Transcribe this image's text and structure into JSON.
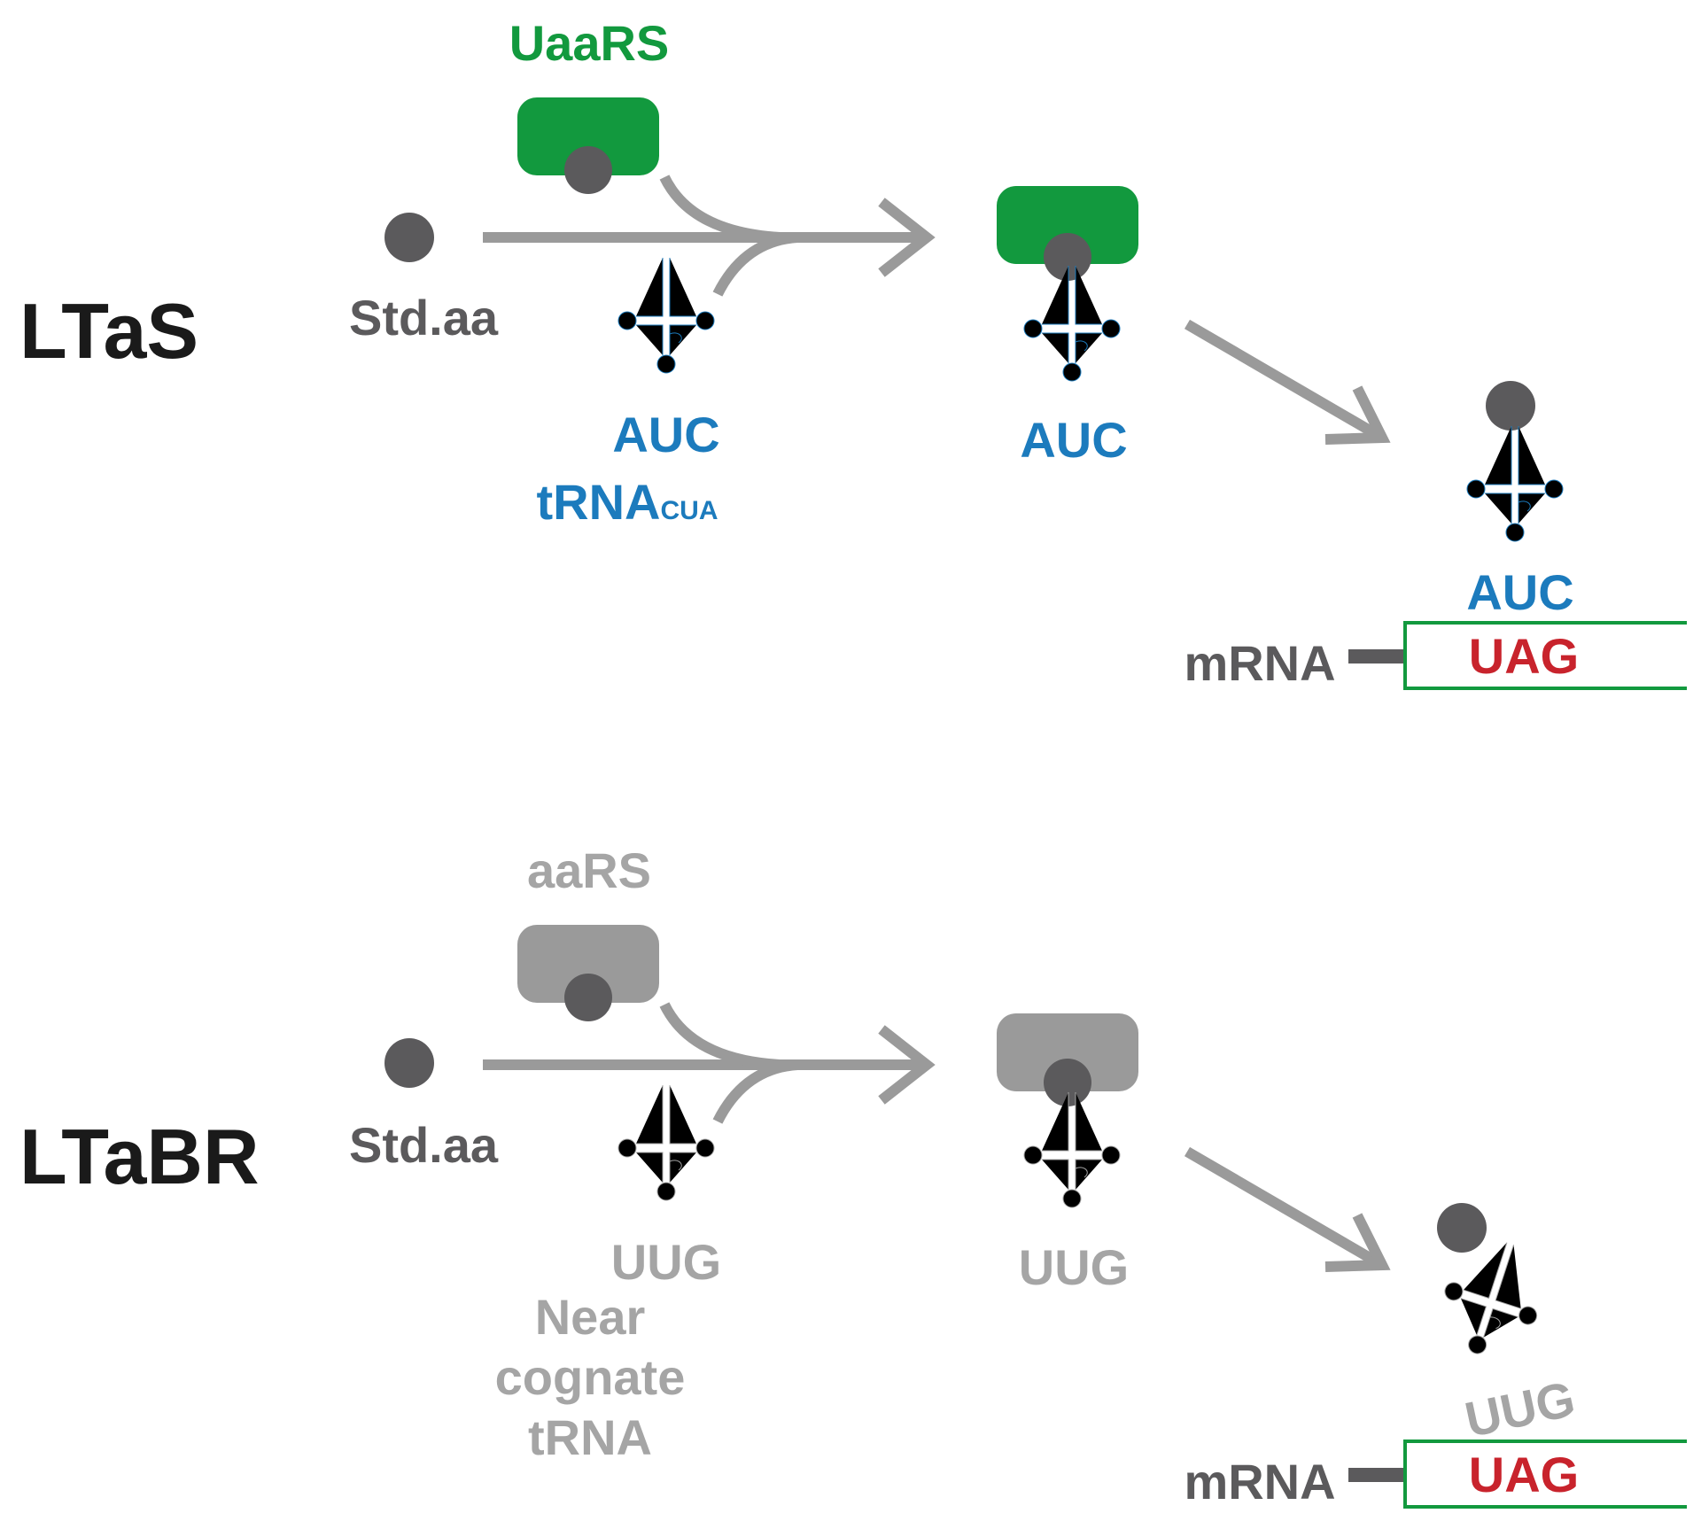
{
  "colors": {
    "amino_acid": "#5b5a5c",
    "arrow": "#9a9a9a",
    "uaars": "#12993e",
    "aars": "#9a9a9a",
    "trna_cua": "#1c7bbd",
    "trna_near": "#a5a5a5",
    "codon_uag": "#c8232c",
    "mrna_box": "#12993e",
    "dark_text": "#5b5a5c"
  },
  "panels": [
    {
      "id": "ltas",
      "label": "LTaS",
      "enzyme": "UaaRS",
      "amino_acid": "Std.aa",
      "trna_anticodon": "AUC",
      "trna_name_main": "tRNA",
      "trna_name_sub": "CUA",
      "trna_name_lines": [],
      "charged_anticodon": "AUC",
      "decoding_anticodon": "AUC",
      "mrna_label": "mRNA",
      "codon": "UAG"
    },
    {
      "id": "ltabr",
      "label": "LTaBR",
      "enzyme": "aaRS",
      "amino_acid": "Std.aa",
      "trna_anticodon": "UUG",
      "trna_name_main": "",
      "trna_name_sub": "",
      "trna_name_lines": [
        "Near",
        "cognate",
        "tRNA"
      ],
      "charged_anticodon": "UUG",
      "decoding_anticodon": "UUG",
      "mrna_label": "mRNA",
      "codon": "UAG"
    }
  ]
}
